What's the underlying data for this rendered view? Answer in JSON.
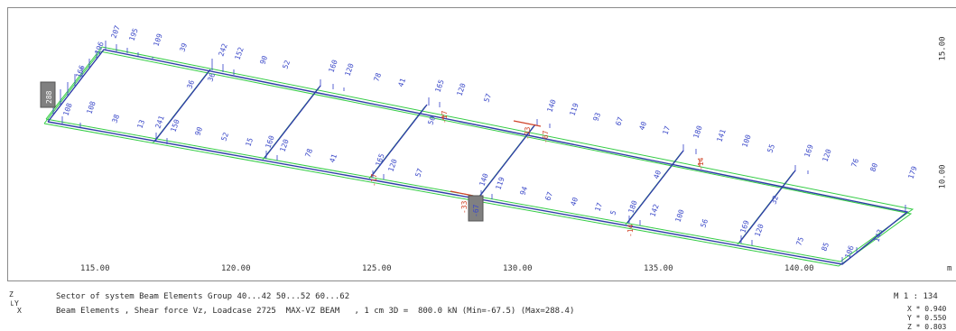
{
  "x_axis": {
    "ticks": [
      "115.00",
      "120.00",
      "125.00",
      "130.00",
      "135.00",
      "140.00"
    ],
    "unit": "m"
  },
  "y_axis": {
    "ticks": [
      "15.00",
      "10.00"
    ]
  },
  "labels": {
    "v207": "207",
    "v195": "195",
    "v109": "109",
    "v39": "39",
    "v242": "242",
    "v152": "152",
    "v90": "90",
    "v52": "52",
    "v160": "160",
    "v120": "120",
    "v78": "78",
    "v41": "41",
    "v165": "165",
    "v120b": "120",
    "v57": "57",
    "v140": "140",
    "v119": "119",
    "v93": "93",
    "v67": "67",
    "v40": "40",
    "v17": "17",
    "v180": "180",
    "v141": "141",
    "v100": "100",
    "v55": "55",
    "v169": "169",
    "v120c": "120",
    "v76": "76",
    "v80": "80",
    "v179": "179",
    "v196": "196",
    "v166": "166",
    "v288": "288",
    "v108": "108",
    "v38": "38",
    "v13": "13",
    "v241": "241",
    "v150": "150",
    "v90b": "90",
    "v52b": "52",
    "v15": "15",
    "v160b": "160",
    "v120d": "120",
    "v78b": "78",
    "v41b": "41",
    "v165b": "165",
    "v120e": "120",
    "v57b": "57",
    "v140b": "140",
    "v119b": "119",
    "v94": "94",
    "v67b": "67",
    "v40b": "40",
    "v17b": "17",
    "v5": "5",
    "v180b": "180",
    "v142": "142",
    "v100b": "100",
    "v56": "56",
    "v169b": "169",
    "v120f": "120",
    "v75": "75",
    "v85": "85",
    "v106": "106",
    "v143": "143",
    "v36": "36",
    "v40c": "40",
    "v50": "50",
    "v32": "32",
    "v36b": "36",
    "vneg67a": "-67",
    "vneg67b": "-67",
    "vneg33a": "-33",
    "vneg33b": "-33",
    "vneg17a": "-17",
    "vneg17b": "-17",
    "vneg14a": "-14",
    "vneg14b": "-14"
  },
  "footer": {
    "axis_z": "Z",
    "axis_y": "Y",
    "axis_x": "X",
    "line1": "Sector of system Beam Elements Group 40...42 50...52 60...62",
    "line2": "Beam Elements , Shear force Vz, Loadcase 2725  MAX-VZ BEAM   , 1 cm 3D =  800.0 kN (Min=-67.5) (Max=288.4)",
    "scale": "M 1 : 134",
    "vx": "X * 0.940",
    "vy": "Y * 0.550",
    "vz": "Z * 0.803"
  },
  "colors": {
    "beam": "#2f3ca8",
    "diagram": "#3340c8",
    "green": "#33cc44",
    "negative": "#d0452a",
    "box": "#808080"
  }
}
